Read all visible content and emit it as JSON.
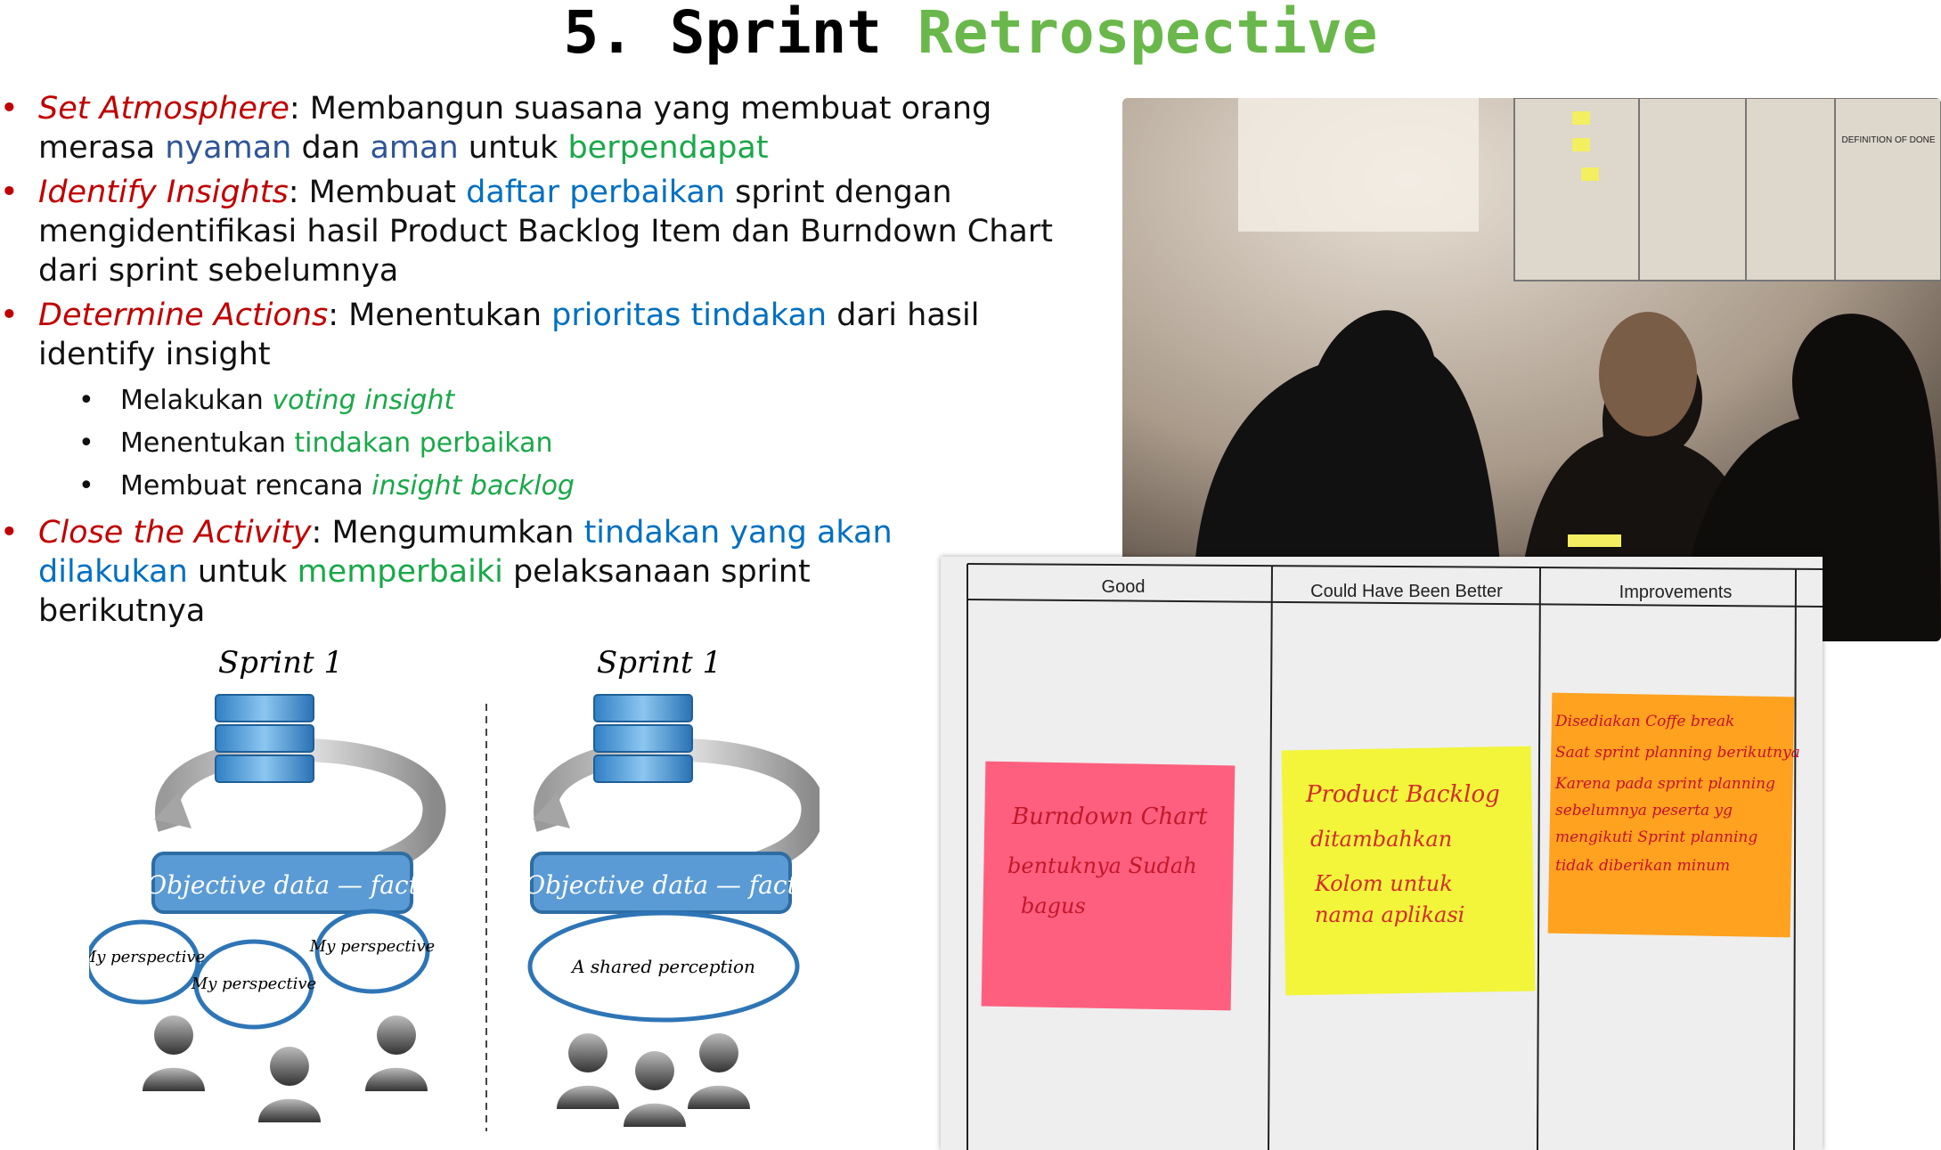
{
  "title": {
    "main": "5. Sprint ",
    "accent": "Retrospective"
  },
  "bullets": {
    "b1": {
      "key": "Set Atmosphere",
      "t1": ": Membangun suasana yang membuat orang merasa ",
      "c1": "nyaman",
      "t2": " dan ",
      "c2": "aman",
      "t3": " untuk ",
      "c3": "berpendapat"
    },
    "b2": {
      "key": "Identify Insights",
      "t1": ": Membuat ",
      "c1": "daftar",
      "t2": " ",
      "c2": "perbaikan",
      "t3": " sprint dengan mengidentifikasi hasil Product Backlog Item dan Burndown Chart dari sprint sebelumnya"
    },
    "b3": {
      "key": "Determine Actions",
      "t1": ": Menentukan ",
      "c1": "prioritas tindakan",
      "t2": " dari hasil identify insight"
    },
    "b3_sub": [
      {
        "t": "Melakukan ",
        "c": "voting insight"
      },
      {
        "t": "Menentukan ",
        "c": "tindakan perbaikan"
      },
      {
        "t": "Membuat rencana ",
        "c": "insight backlog"
      }
    ],
    "b4": {
      "key": "Close the Activity",
      "t1": ": Mengumumkan ",
      "c1": "tindakan yang akan dilakukan",
      "t2": " untuk ",
      "c2": "memperbaiki",
      "t3": " pelaksanaan sprint berikutnya"
    }
  },
  "diagram": {
    "left": {
      "sprint": "Sprint 1",
      "box": "Objective data — fact",
      "clouds": [
        "My perspective",
        "My perspective",
        "My perspective"
      ]
    },
    "right": {
      "sprint": "Sprint 1",
      "box": "Objective data — fact",
      "cloud": "A shared perception"
    }
  },
  "board": {
    "photo_label": "DEFINITION OF DONE",
    "columns": [
      "Good",
      "Could Have Been Better",
      "Improvements"
    ],
    "notes": [
      {
        "lines": [
          "Burndown Chart",
          "bentuknya Sudah",
          "bagus"
        ],
        "color": "#ff5f7e"
      },
      {
        "lines": [
          "Product Backlog",
          "ditambahkan",
          "Kolom untuk",
          "nama aplikasi"
        ],
        "color": "#f2f53a"
      },
      {
        "lines": [
          "Disediakan Coffe break",
          "Saat sprint planning berikutnya",
          "Karena pada sprint planning",
          "sebelumnya peserta yg",
          "mengikuti Sprint planning",
          "tidak diberikan minum"
        ],
        "color": "#ffa21f"
      }
    ]
  },
  "colors": {
    "red": "#c00000",
    "blue": "#2f5597",
    "lightblue": "#0070c0",
    "green": "#1aa84a",
    "accent": "#6ab84b"
  }
}
